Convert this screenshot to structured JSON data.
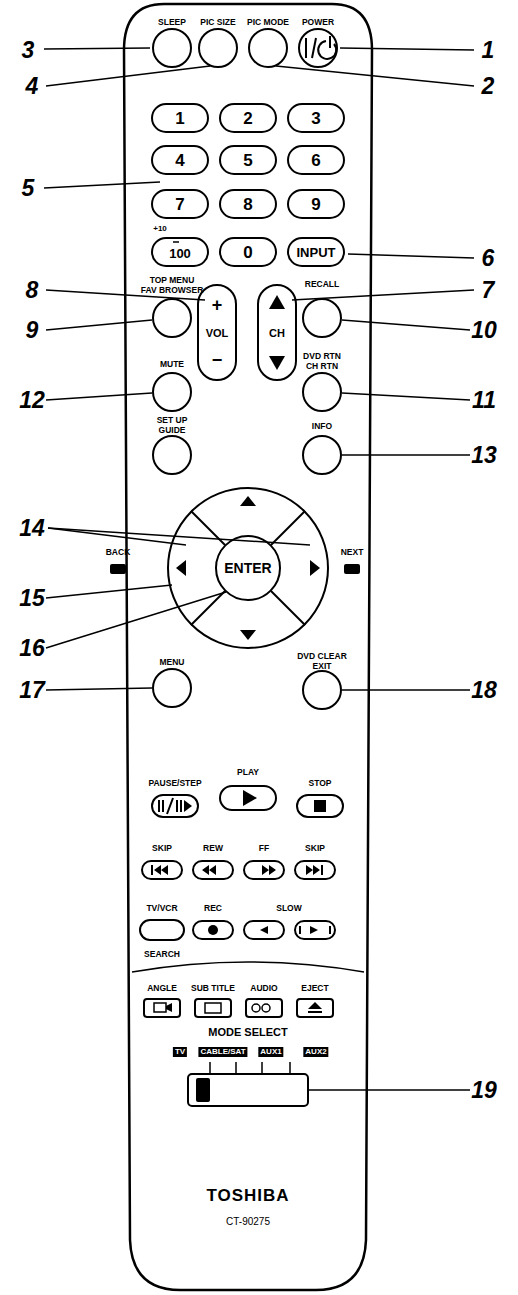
{
  "diagram": {
    "labels": [
      "SLEEP",
      "PIC SIZE",
      "PIC MODE",
      "POWER",
      "3",
      "1",
      "4",
      "2",
      "1",
      "2",
      "3",
      "4",
      "5",
      "6",
      "5",
      "7",
      "8",
      "9",
      "+10",
      "100",
      "0",
      "INPUT",
      "6",
      "8",
      "TOP MENU",
      "FAV BROWSER",
      "7",
      "RECALL",
      "9",
      "+",
      "VOL",
      "CH",
      "10",
      "−",
      "MUTE",
      "DVD RTN",
      "CH RTN",
      "12",
      "11",
      "SET UP",
      "GUIDE",
      "INFO",
      "13",
      "14",
      "BACK",
      "ENTER",
      "NEXT",
      "15",
      "16",
      "MENU",
      "DVD CLEAR",
      "EXIT",
      "17",
      "18",
      "PAUSE/STEP",
      "PLAY",
      "STOP",
      "SKIP",
      "REW",
      "FF",
      "SKIP",
      "TV/VCR",
      "REC",
      "SLOW",
      "SEARCH",
      "ANGLE",
      "SUB TITLE",
      "AUDIO",
      "EJECT",
      "MODE SELECT",
      "TV",
      "CABLE/SAT",
      "AUX1",
      "AUX2",
      "19",
      "TOSHIBA",
      "CT-90275"
    ]
  }
}
